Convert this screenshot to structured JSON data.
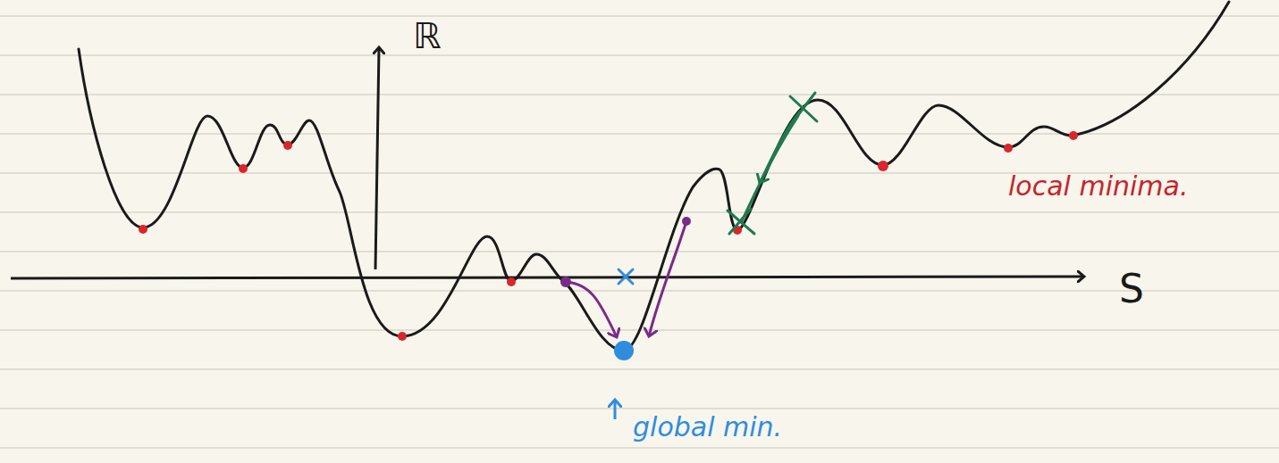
{
  "diagram": {
    "labels": [
      "ℝ",
      "S",
      "local minima.",
      "global min."
    ]
  }
}
